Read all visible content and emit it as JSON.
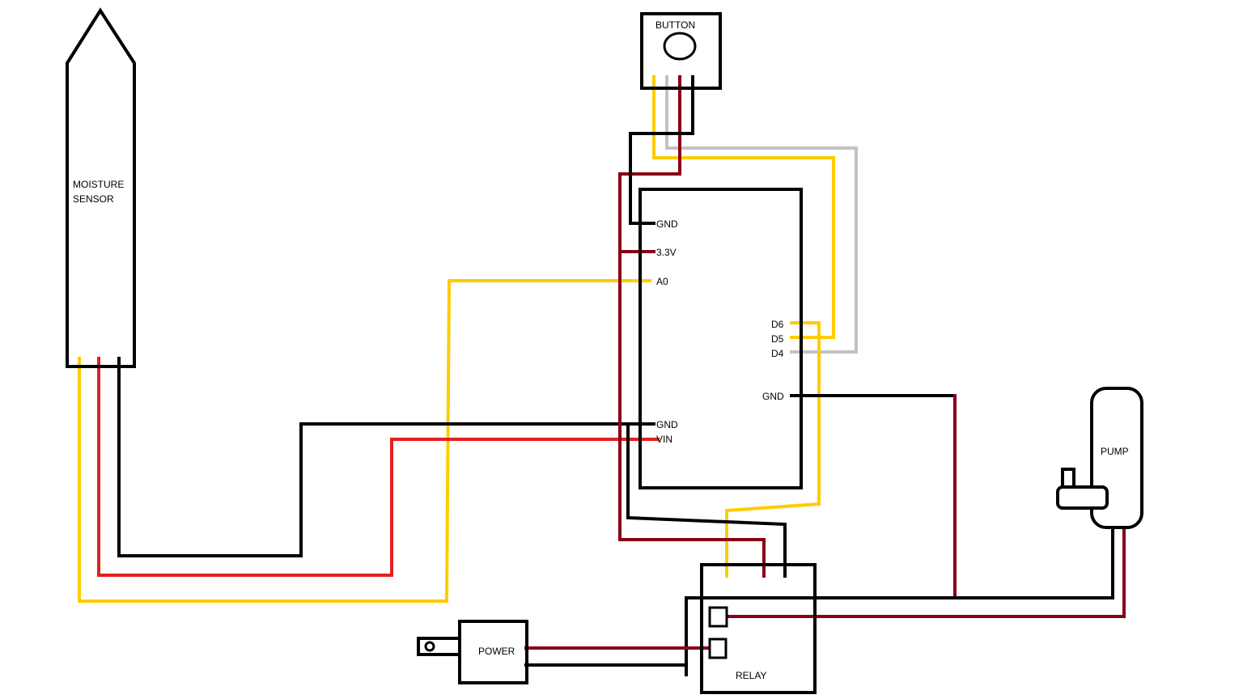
{
  "components": {
    "moisture_sensor": {
      "line1": "MOISTURE",
      "line2": "SENSOR"
    },
    "button": {
      "label": "BUTTON"
    },
    "board": {
      "pins_left": [
        "GND",
        "3.3V",
        "A0",
        "GND",
        "VIN"
      ],
      "pins_right": [
        "D6",
        "D5",
        "D4",
        "GND"
      ]
    },
    "pump": {
      "label": "PUMP"
    },
    "relay": {
      "label": "RELAY"
    },
    "power": {
      "label": "POWER"
    }
  },
  "wire_colors": {
    "black": "#000000",
    "yellow": "#ffcc00",
    "red": "#e02020",
    "dark_red": "#880015",
    "gray": "#c3c3c3"
  }
}
